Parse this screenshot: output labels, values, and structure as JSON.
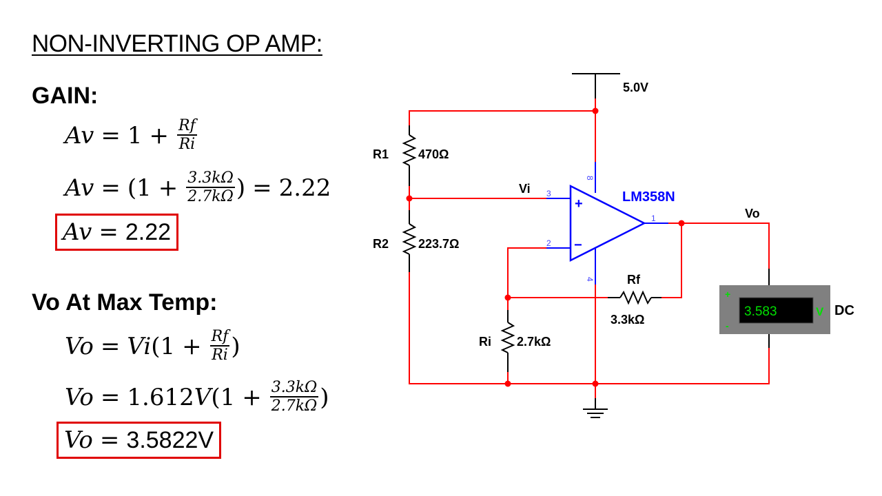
{
  "title": "NON-INVERTING OP AMP:",
  "gain": {
    "heading": "GAIN:",
    "eq1": {
      "lhs": "Av",
      "eq": "=",
      "one": "1",
      "plus": "+",
      "num": "Rf",
      "den": "Ri"
    },
    "eq2": {
      "lhs": "Av",
      "eq": "=",
      "open": "(1",
      "plus": "+",
      "num": "3.3kΩ",
      "den": "2.7kΩ",
      "close": ")",
      "eq2": "=",
      "result": "2.22"
    },
    "eq3": {
      "lhs": "Av",
      "eq": "=",
      "result": "2.22"
    }
  },
  "vo": {
    "heading": "Vo At Max Temp:",
    "eq1": {
      "lhs": "Vo",
      "eq": "=",
      "vi": "Vi",
      "open": "(1",
      "plus": "+",
      "num": "Rf",
      "den": "Ri",
      "close": ")"
    },
    "eq2": {
      "lhs": "Vo",
      "eq": "=",
      "coef": "1.612",
      "unit": "V",
      "open": "(1",
      "plus": "+",
      "num": "3.3kΩ",
      "den": "2.7kΩ",
      "close": ")"
    },
    "eq3": {
      "lhs": "Vo",
      "eq": "=",
      "result": "3.5822V"
    }
  },
  "circuit": {
    "supply": "5.0V",
    "r1": {
      "name": "R1",
      "value": "470Ω"
    },
    "r2": {
      "name": "R2",
      "value": "223.7Ω"
    },
    "ri": {
      "name": "Ri",
      "value": "2.7kΩ"
    },
    "rf": {
      "name": "Rf",
      "value": "3.3kΩ"
    },
    "opamp": {
      "part": "LM358N",
      "pin_plus": "3",
      "pin_minus": "2",
      "pin_out": "1",
      "pin_vcc": "8",
      "pin_gnd": "4",
      "plus_sign": "+",
      "minus_sign": "−"
    },
    "vi_label": "Vi",
    "vo_label": "Vo",
    "meter": {
      "reading": "3.583",
      "unit": "V",
      "mode": "DC",
      "plus": "+",
      "minus": "-"
    }
  },
  "colors": {
    "wire": "#ff0000",
    "opamp": "#0000ff",
    "meter_body": "#808080",
    "meter_text": "#00e000",
    "highlight_box": "#e00000"
  }
}
